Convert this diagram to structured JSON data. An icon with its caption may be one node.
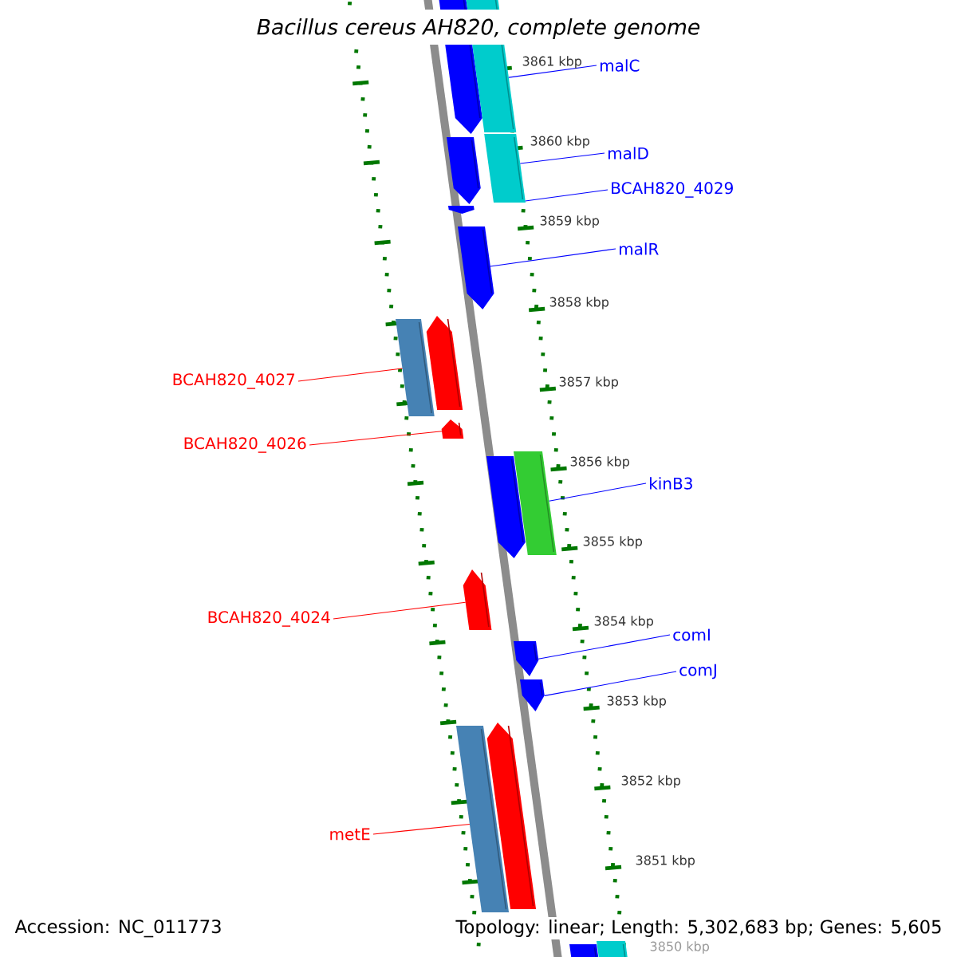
{
  "diagram": {
    "title": "Bacillus cereus AH820, complete genome",
    "nodes": [
      {
        "text": [
          "malC"
        ]
      },
      {
        "text": [
          "malD"
        ]
      },
      {
        "text": [
          "BCAH820_4029"
        ]
      },
      {
        "text": [
          "malR"
        ]
      },
      {
        "text": [
          "BCAH820_4027"
        ]
      },
      {
        "text": [
          "BCAH820_4026"
        ]
      },
      {
        "text": [
          "kinB3"
        ]
      },
      {
        "text": [
          "BCAH820_4024"
        ]
      },
      {
        "text": [
          "comI"
        ]
      },
      {
        "text": [
          "comJ"
        ]
      },
      {
        "text": [
          "metE"
        ]
      },
      {
        "text": [],
        "shape": "bar"
      },
      {
        "text": [],
        "shape": "bar"
      },
      {
        "text": [],
        "shape": "arrow"
      },
      {
        "text": [],
        "shape": "bar"
      },
      {
        "text": [],
        "shape": "arrow"
      },
      {
        "text": [],
        "shape": "bar"
      },
      {
        "text": [],
        "shape": "arrow"
      },
      {
        "text": [],
        "shape": "arrow"
      },
      {
        "text": [],
        "shape": "arrow"
      },
      {
        "text": [],
        "shape": "bar"
      }
    ],
    "edges": [
      {
        "from": 0,
        "to": 11,
        "arrow": "none"
      },
      {
        "from": 1,
        "to": 12,
        "arrow": "none"
      },
      {
        "from": 2,
        "to": 12,
        "arrow": "none"
      },
      {
        "from": 3,
        "to": 13,
        "arrow": "none"
      },
      {
        "from": 4,
        "to": 14,
        "arrow": "none",
        "color": "#ff0000"
      },
      {
        "from": 5,
        "to": 15,
        "arrow": "none",
        "color": "#ff0000"
      },
      {
        "from": 6,
        "to": 16,
        "arrow": "none"
      },
      {
        "from": 7,
        "to": 17,
        "arrow": "none",
        "color": "#ff0000"
      },
      {
        "from": 8,
        "to": 18,
        "arrow": "none"
      },
      {
        "from": 9,
        "to": 19,
        "arrow": "none"
      },
      {
        "from": 10,
        "to": 20,
        "arrow": "none",
        "color": "#ff0000"
      }
    ],
    "labels": [
      "3861 kbp",
      "3860 kbp",
      "3859 kbp",
      "3858 kbp",
      "3857 kbp",
      "3856 kbp",
      "3855 kbp",
      "3854 kbp",
      "3853 kbp",
      "3852 kbp",
      "3851 kbp",
      "3850 kbp",
      "Accession: NC_011773",
      "Topology: linear; Length: 5,302,683 bp; Genes: 5,605"
    ]
  }
}
